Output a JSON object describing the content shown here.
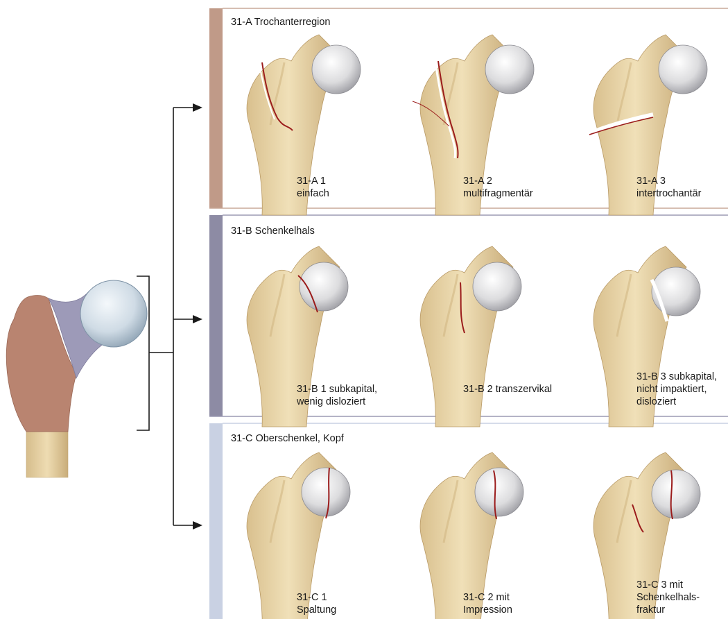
{
  "sections": [
    {
      "title": "31-A Trochanterregion",
      "accent": "#c09a88",
      "items": [
        {
          "lines": [
            "31-A 1",
            "einfach"
          ]
        },
        {
          "lines": [
            "31-A 2",
            "multifragmentär"
          ]
        },
        {
          "lines": [
            "31-A 3",
            "intertrochantär"
          ]
        }
      ]
    },
    {
      "title": "31-B Schenkelhals",
      "accent": "#8d8ba4",
      "items": [
        {
          "lines": [
            "31-B 1 subkapital,",
            "wenig disloziert"
          ]
        },
        {
          "lines": [
            "31-B 2 transzervikal"
          ]
        },
        {
          "lines": [
            "31-B 3 subkapital,",
            "nicht impaktiert,",
            "disloziert"
          ]
        }
      ]
    },
    {
      "title": "31-C Oberschenkel, Kopf",
      "accent": "#c9d1e3",
      "items": [
        {
          "lines": [
            "31-C 1",
            "Spaltung"
          ]
        },
        {
          "lines": [
            "31-C 2 mit",
            "Impression"
          ]
        },
        {
          "lines": [
            "31-C 3 mit",
            "Schenkelhals-",
            "fraktur"
          ]
        }
      ]
    }
  ],
  "colors": {
    "bone": "#e8d4a8",
    "bone_shadow": "#c9ae7c",
    "head": "#e4e4e6",
    "fracture": "#9b1c1c",
    "overview_trochanter": "#b98470",
    "overview_neck": "#9d9ab8",
    "overview_head": "#dde6ee"
  }
}
